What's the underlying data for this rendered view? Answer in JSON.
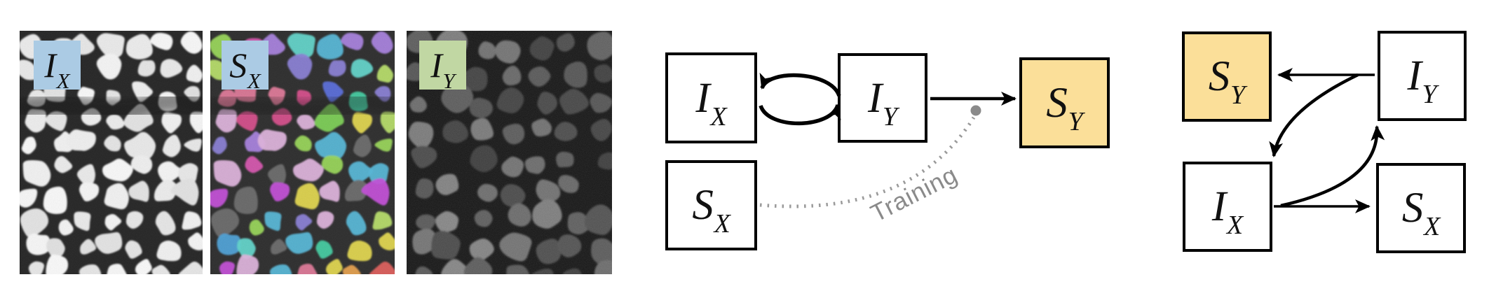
{
  "panels": [
    {
      "id": "ix",
      "main": "I",
      "sub": "X",
      "description": "raw source microscopy image"
    },
    {
      "id": "sx",
      "main": "S",
      "sub": "X",
      "description": "source segmentation overlay"
    },
    {
      "id": "iy",
      "main": "I",
      "sub": "Y",
      "description": "raw target microscopy image"
    }
  ],
  "middle_diagram": {
    "nodes": [
      {
        "id": "ix",
        "main": "I",
        "sub": "X"
      },
      {
        "id": "iy",
        "main": "I",
        "sub": "Y"
      },
      {
        "id": "sx",
        "main": "S",
        "sub": "X"
      },
      {
        "id": "sy",
        "main": "S",
        "sub": "Y"
      }
    ],
    "training_label": "Training"
  },
  "right_diagram": {
    "nodes": [
      {
        "id": "sy",
        "main": "S",
        "sub": "Y"
      },
      {
        "id": "iy",
        "main": "I",
        "sub": "Y"
      },
      {
        "id": "ix",
        "main": "I",
        "sub": "X"
      },
      {
        "id": "sx",
        "main": "S",
        "sub": "X"
      }
    ]
  },
  "colors": {
    "tag_blue": "#ABCBE4",
    "tag_green": "#C1D7A3",
    "node_yellow": "#FBDF99",
    "arrow_black": "#000000",
    "dotted_gray": "#9a9a9a",
    "training_text": "#8a8a8a"
  },
  "segmentation_palette": [
    "#d957b1",
    "#4fa3d9",
    "#45cfa3",
    "#e2605c",
    "#8a7fd6",
    "#7ed357",
    "#e5d94f",
    "#e8a14e",
    "#c44fd9",
    "#5b6fdd",
    "#62d6cc",
    "#b8e06a",
    "#e27a9a",
    "#9ad85a",
    "#a982e0",
    "#e0b4de",
    "#d94f8c",
    "#57b8d9"
  ]
}
